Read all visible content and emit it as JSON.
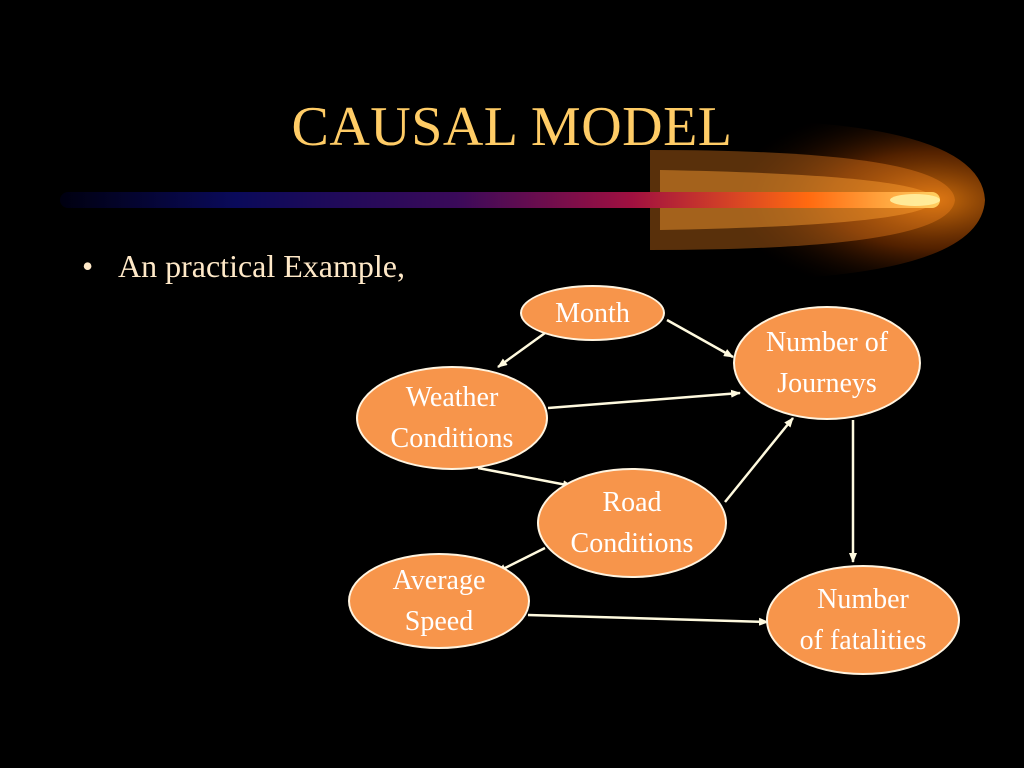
{
  "slide": {
    "title": "CAUSAL MODEL",
    "bullet_marker": "•",
    "bullet_text": "An practical Example,"
  },
  "colors": {
    "background": "#000000",
    "title": "#ffcc66",
    "node_fill": "#f7954b",
    "node_text": "#ffffff",
    "arrow": "#fffadf"
  },
  "diagram": {
    "nodes": {
      "month": "Month",
      "journeys": "Number of\nJourneys",
      "weather": "Weather\nConditions",
      "road": "Road\nConditions",
      "speed": "Average\nSpeed",
      "fatalities": "Number\nof fatalities"
    },
    "edges": [
      [
        "month",
        "weather"
      ],
      [
        "month",
        "journeys"
      ],
      [
        "weather",
        "journeys"
      ],
      [
        "weather",
        "road"
      ],
      [
        "road",
        "journeys"
      ],
      [
        "road",
        "speed"
      ],
      [
        "journeys",
        "fatalities"
      ],
      [
        "speed",
        "fatalities"
      ]
    ]
  }
}
